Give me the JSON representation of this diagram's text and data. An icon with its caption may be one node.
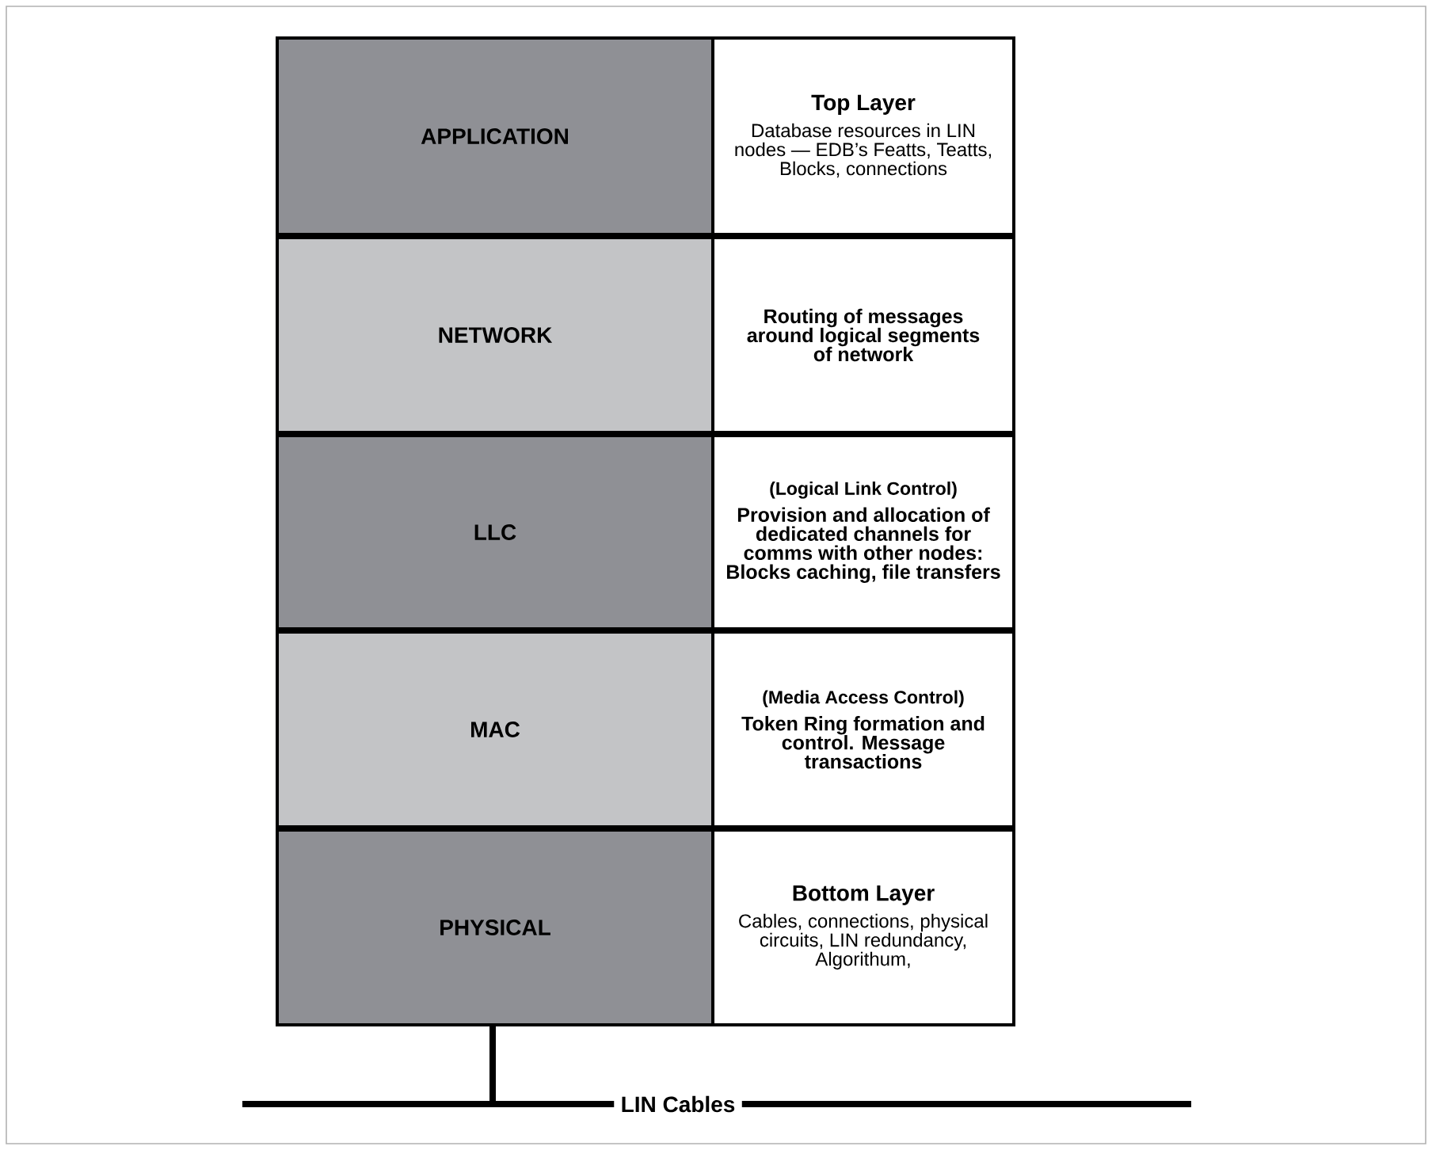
{
  "diagram": {
    "nodes": [
      {
        "text": [
          "APPLICATION"
        ]
      },
      {
        "text": [
          "Top Layer",
          "Database resources in LIN nodes — EDB’s Featts, Teatts, Blocks, connections"
        ]
      },
      {
        "text": [
          "NETWORK"
        ]
      },
      {
        "text": [
          "Routing of messages around logical segments of network"
        ]
      },
      {
        "text": [
          "LLC"
        ]
      },
      {
        "text": [
          "(Logical Link Control)",
          "Provision and allocation of dedicated channels for comms with other nodes: Blocks caching, file transfers"
        ]
      },
      {
        "text": [
          "MAC"
        ]
      },
      {
        "text": [
          "(Media Access Control)",
          "Token Ring formation and control. Message transactions"
        ]
      },
      {
        "text": [
          "PHYSICAL"
        ]
      },
      {
        "text": [
          "Bottom Layer",
          "Cables, connections, physical circuits, LIN redundancy, Algorithum,"
        ]
      },
      {
        "text": [
          "LIN Cables"
        ]
      }
    ],
    "edges": [
      {
        "from": 8,
        "to": 10,
        "arrow": "none"
      }
    ]
  }
}
